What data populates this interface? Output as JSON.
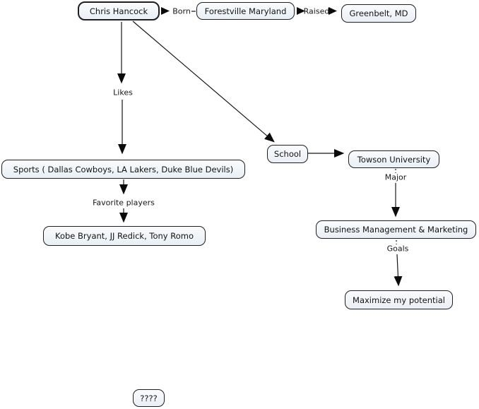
{
  "diagram": {
    "type": "concept-map",
    "subject": "Chris Hancock personal mind map"
  },
  "style": {
    "background": "#ffffff",
    "node_fill_top": "#fafcfe",
    "node_fill_bottom": "#e9eff5",
    "node_border": "#1f1f1f",
    "text_color": "#121212",
    "line_color": "#161616"
  },
  "nodes": {
    "chris": {
      "label": "Chris Hancock"
    },
    "forestville": {
      "label": "Forestville Maryland"
    },
    "greenbelt": {
      "label": "Greenbelt, MD"
    },
    "sports": {
      "label": "Sports ( Dallas Cowboys, LA Lakers, Duke Blue Devils)"
    },
    "players": {
      "label": "Kobe Bryant, JJ Redick, Tony Romo"
    },
    "school": {
      "label": "School"
    },
    "towson": {
      "label": "Towson University"
    },
    "business": {
      "label": "Business Management & Marketing"
    },
    "maximize": {
      "label": "Maximize my potential"
    },
    "unknown": {
      "label": "????"
    }
  },
  "connector_labels": {
    "born": "Born",
    "raised": "Raised",
    "likes": "Likes",
    "favorite_players": "Favorite players",
    "major": "Major",
    "goals": "Goals"
  }
}
